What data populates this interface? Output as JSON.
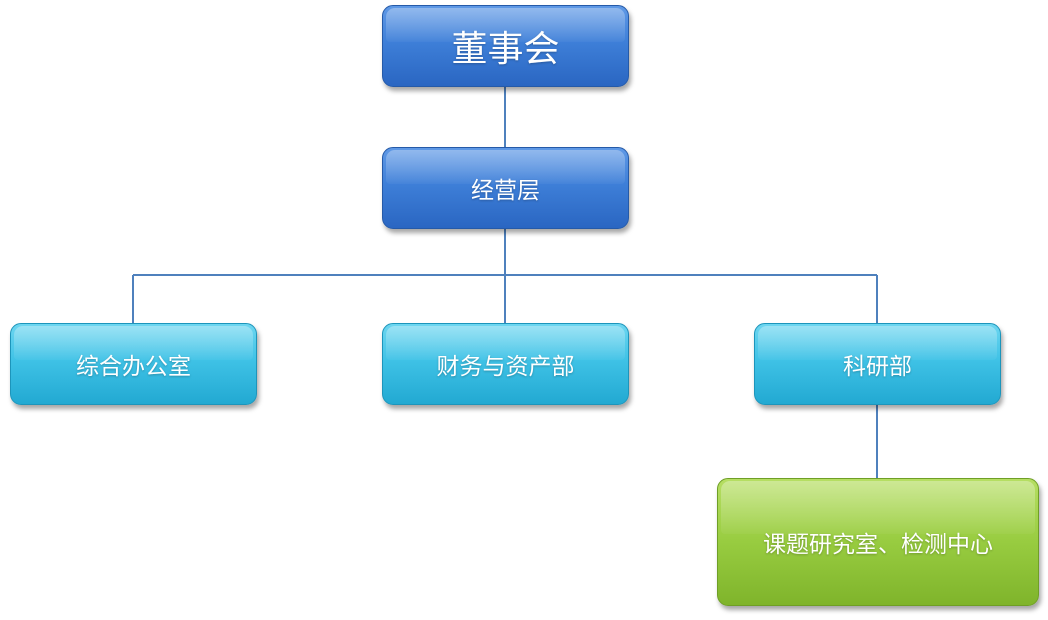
{
  "org_chart": {
    "board": "董事会",
    "management": "经营层",
    "departments": {
      "general_office": "综合办公室",
      "finance_assets": "财务与资产部",
      "research": "科研部"
    },
    "research_sub": "课题研究室、检测中心"
  },
  "colors": {
    "top_level_box": "#3e7fd8",
    "department_box": "#3fc2e6",
    "sub_unit_box": "#98cc40",
    "connector": "#4f81bd"
  }
}
